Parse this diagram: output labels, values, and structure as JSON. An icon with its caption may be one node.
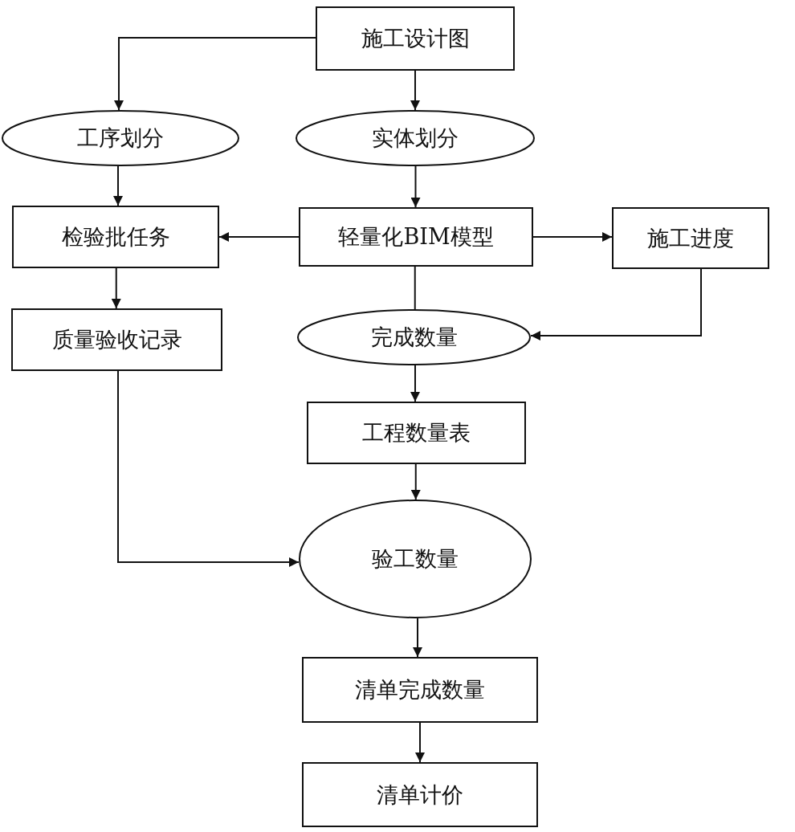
{
  "diagram": {
    "nodes": [
      {
        "text": [
          "施工设计图"
        ]
      },
      {
        "text": [
          "工序划分"
        ]
      },
      {
        "text": [
          "实体划分"
        ]
      },
      {
        "text": [
          "检验批任务"
        ]
      },
      {
        "text": [
          "轻量化BIM模型"
        ]
      },
      {
        "text": [
          "施工进度"
        ]
      },
      {
        "text": [
          "质量验收记录"
        ]
      },
      {
        "text": [
          "完成数量"
        ]
      },
      {
        "text": [
          "工程数量表"
        ]
      },
      {
        "text": [
          "验工数量"
        ]
      },
      {
        "text": [
          "清单完成数量"
        ]
      },
      {
        "text": [
          "清单计价"
        ]
      }
    ],
    "edges": [
      {
        "from": 0,
        "to": 1,
        "arrow": "to"
      },
      {
        "from": 0,
        "to": 2,
        "arrow": "to"
      },
      {
        "from": 1,
        "to": 3,
        "arrow": "to"
      },
      {
        "from": 2,
        "to": 4,
        "arrow": "to"
      },
      {
        "from": 4,
        "to": 3,
        "arrow": "to"
      },
      {
        "from": 4,
        "to": 5,
        "arrow": "to"
      },
      {
        "from": 4,
        "to": 7,
        "arrow": "none"
      },
      {
        "from": 5,
        "to": 7,
        "arrow": "to"
      },
      {
        "from": 3,
        "to": 6,
        "arrow": "to"
      },
      {
        "from": 7,
        "to": 8,
        "arrow": "to"
      },
      {
        "from": 8,
        "to": 9,
        "arrow": "to"
      },
      {
        "from": 6,
        "to": 9,
        "arrow": "to"
      },
      {
        "from": 9,
        "to": 10,
        "arrow": "to"
      },
      {
        "from": 10,
        "to": 11,
        "arrow": "to"
      }
    ]
  }
}
